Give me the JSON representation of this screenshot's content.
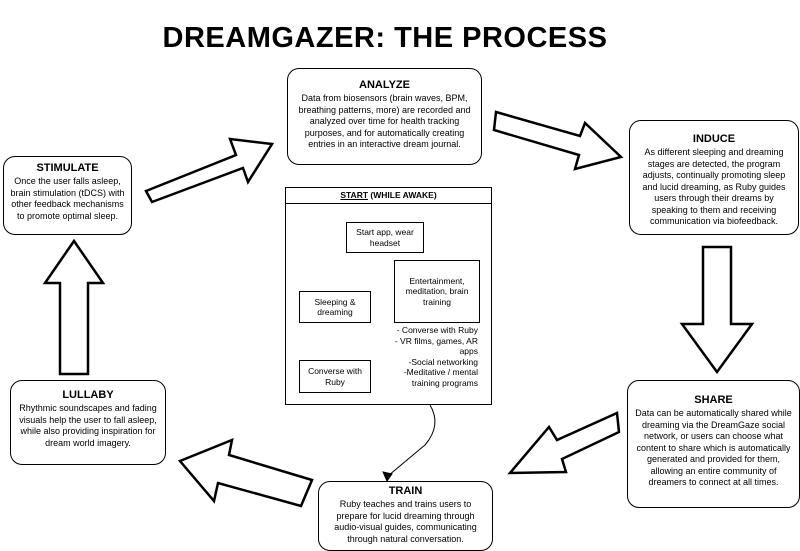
{
  "title": "DREAMGAZER: THE PROCESS",
  "stages": {
    "analyze": {
      "title": "ANALYZE",
      "text": "Data from biosensors (brain waves, BPM, breathing patterns, more) are recorded and analyzed over time for health tracking purposes, and for automatically creating entries in an interactive dream journal."
    },
    "induce": {
      "title": "INDUCE",
      "text": "As different sleeping and dreaming stages are detected, the program adjusts, continually promoting sleep and lucid dreaming, as Ruby guides users through their dreams by speaking to them and receiving communication via biofeedback."
    },
    "share": {
      "title": "SHARE",
      "text": "Data can be automatically shared while dreaming via the DreamGaze social network, or users can choose what content to share which is automatically generated and provided for them, allowing an entire community of dreamers to connect at all times."
    },
    "train": {
      "title": "TRAIN",
      "text": "Ruby teaches and trains users to prepare for lucid dreaming through audio-visual guides, communicating through natural conversation."
    },
    "lullaby": {
      "title": "LULLABY",
      "text": "Rhythmic soundscapes and fading visuals help the user to fall asleep, while also providing inspiration for dream world imagery."
    },
    "stimulate": {
      "title": "STIMULATE",
      "text": "Once the user falls asleep, brain stimulation (tDCS) with other feedback mechanisms to promote optimal sleep."
    }
  },
  "start": {
    "title": "START",
    "subtitle": " (WHILE AWAKE)",
    "start_node": "Start app, wear headset",
    "sleeping": "Sleeping & dreaming",
    "entertainment": "Entertainment, meditation, brain training",
    "converse": "Converse with Ruby",
    "entertainment_items": [
      "- Converse with Ruby",
      "- VR films, games, AR apps",
      "-Social networking",
      "-Meditative / mental training programs"
    ]
  }
}
